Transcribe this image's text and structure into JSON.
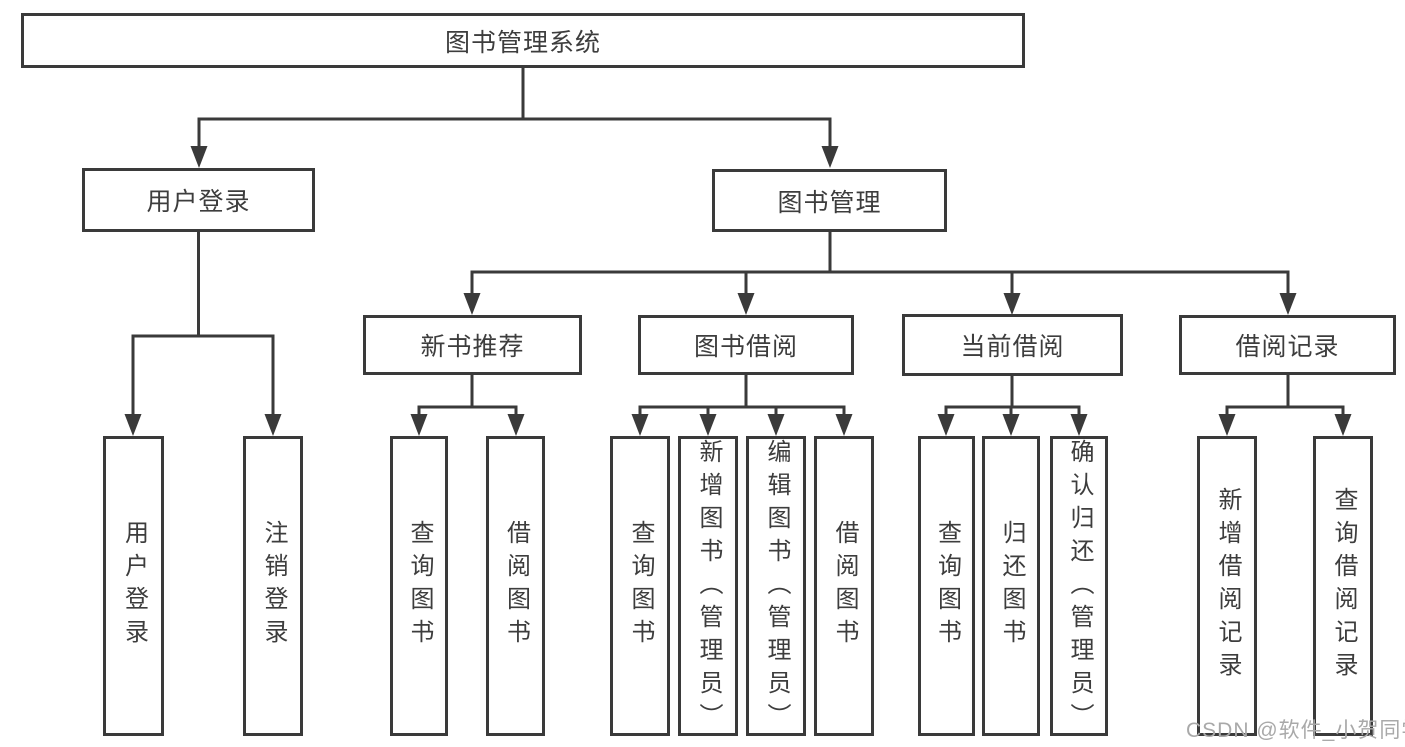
{
  "tree": {
    "root": {
      "label": "图书管理系统"
    },
    "branches": [
      {
        "label": "用户登录",
        "children": [
          {
            "label": "用户登录"
          },
          {
            "label": "注销登录"
          }
        ]
      },
      {
        "label": "图书管理",
        "children": [
          {
            "label": "新书推荐",
            "children": [
              {
                "label": "查询图书"
              },
              {
                "label": "借阅图书"
              }
            ]
          },
          {
            "label": "图书借阅",
            "children": [
              {
                "label": "查询图书"
              },
              {
                "label": "新增图书（管理员）"
              },
              {
                "label": "编辑图书（管理员）"
              },
              {
                "label": "借阅图书"
              }
            ]
          },
          {
            "label": "当前借阅",
            "children": [
              {
                "label": "查询图书"
              },
              {
                "label": "归还图书"
              },
              {
                "label": "确认归还（管理员）"
              }
            ]
          },
          {
            "label": "借阅记录",
            "children": [
              {
                "label": "新增借阅记录"
              },
              {
                "label": "查询借阅记录"
              }
            ]
          }
        ]
      }
    ]
  },
  "watermark": {
    "text": "CSDN @软件_小贺同学"
  },
  "colors": {
    "line": "#3a3a3a",
    "text": "#3d3d3d",
    "box_fill": "#ffffff",
    "watermark": "#a9a9a9",
    "background": "#ffffff"
  }
}
